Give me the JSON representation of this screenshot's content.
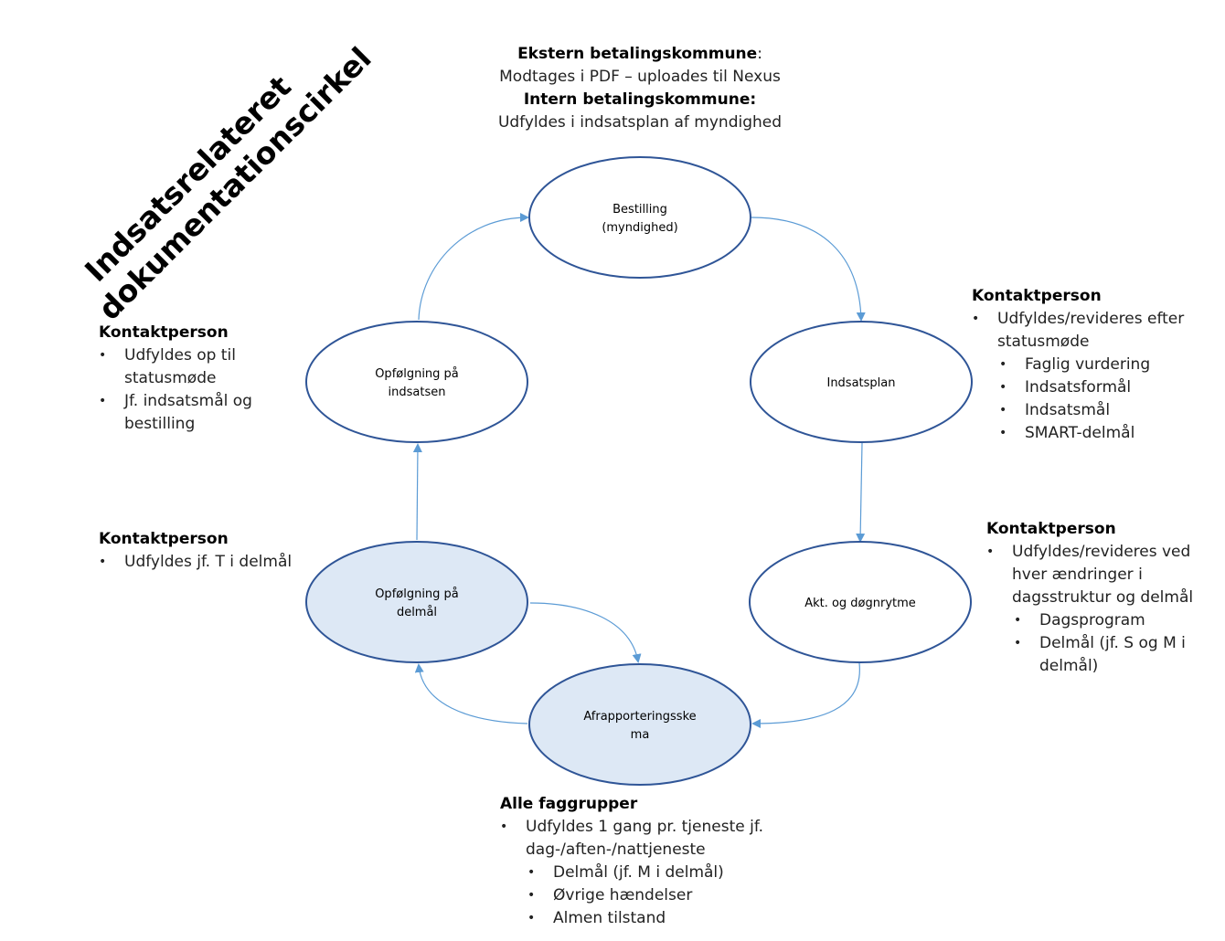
{
  "title": {
    "line1": "Indsatsrelateret",
    "line2": "dokumentationscirkel"
  },
  "top_note": {
    "ext_label": "Ekstern betalingskommune",
    "ext_colon": ":",
    "ext_text": "Modtages i PDF – uploades til Nexus",
    "int_label": "Intern betalingskommune:",
    "int_text": "Udfyldes i indsatsplan af myndighed"
  },
  "nodes": {
    "bestilling": {
      "line1": "Bestilling",
      "line2": "(myndighed)",
      "fill": "#ffffff"
    },
    "indsatsplan": {
      "line1": "Indsatsplan",
      "line2": "",
      "fill": "#ffffff"
    },
    "akt": {
      "line1": "Akt. og døgnrytme",
      "line2": "",
      "fill": "#ffffff"
    },
    "afrapportering": {
      "line1": "Afrapporteringsske",
      "line2": "ma",
      "fill": "#dde8f5"
    },
    "opf_delmal": {
      "line1": "Opfølgning på",
      "line2": "delmål",
      "fill": "#dde8f5"
    },
    "opf_indsatsen": {
      "line1": "Opfølgning på",
      "line2": "indsatsen",
      "fill": "#ffffff"
    }
  },
  "colors": {
    "ellipse_stroke": "#2f5597",
    "arrow": "#5b9bd5"
  },
  "notes": {
    "right_top": {
      "header": "Kontaktperson",
      "items": [
        "Udfyldes/revideres efter statusmøde"
      ],
      "subitems": [
        "Faglig vurdering",
        "Indsatsformål",
        "Indsatsmål",
        "SMART-delmål"
      ]
    },
    "right_bottom": {
      "header": "Kontaktperson",
      "items": [
        "Udfyldes/revideres ved hver ændringer i dagsstruktur og delmål"
      ],
      "subitems": [
        "Dagsprogram",
        "Delmål (jf. S og M i delmål)"
      ]
    },
    "left_top": {
      "header": "Kontaktperson",
      "items": [
        "Udfyldes op til statusmøde",
        "Jf. indsatsmål og bestilling"
      ]
    },
    "left_bottom": {
      "header": "Kontaktperson",
      "items": [
        "Udfyldes jf. T i delmål"
      ]
    },
    "bottom": {
      "header": "Alle faggrupper",
      "items": [
        "Udfyldes 1 gang pr. tjeneste jf. dag-/aften-/nattjeneste"
      ],
      "subitems": [
        "Delmål (jf. M i delmål)",
        "Øvrige hændelser",
        "Almen tilstand"
      ]
    }
  }
}
